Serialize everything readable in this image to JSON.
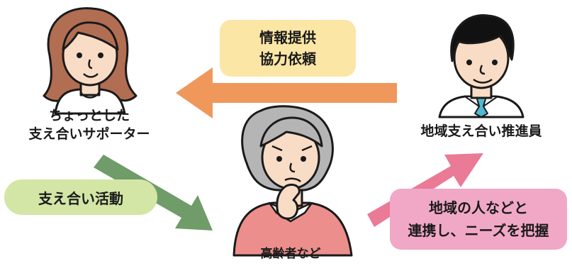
{
  "people": {
    "supporter_line1": "ちょっとした",
    "supporter_line2": "支え合いサポーター",
    "promoter": "地域支え合い推進員",
    "elder": "高齢者など"
  },
  "boxes": {
    "info_line1": "情報提供",
    "info_line2": "協力依頼",
    "activity": "支え合い活動",
    "grasp_line1": "地域の人などと",
    "grasp_line2": "連携し、ニーズを把握"
  },
  "colors": {
    "orange_arrow": "#f0975c",
    "green_arrow": "#6f9c68",
    "pink_arrow": "#ea7a96",
    "yellow_box": "#fbe6a6",
    "green_box": "#d3e6a6",
    "pink_box": "#f1a8c6"
  },
  "icons": [
    "woman-supporter-icon",
    "man-promoter-icon",
    "elderly-woman-icon"
  ]
}
